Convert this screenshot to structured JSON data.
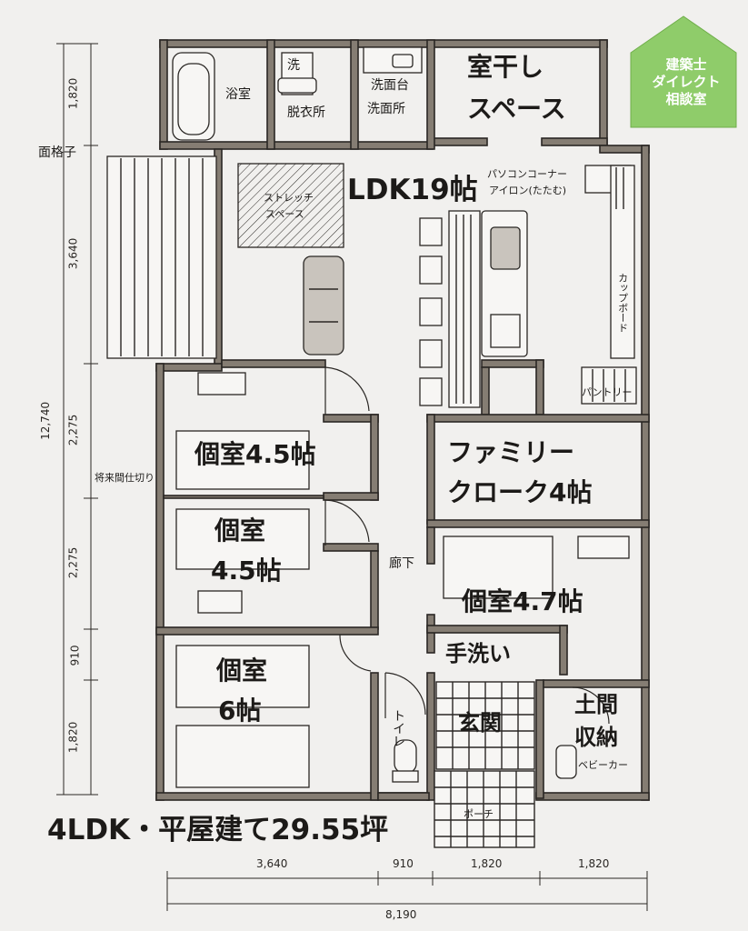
{
  "badge": {
    "line1": "建築士",
    "line2": "ダイレクト",
    "line3": "相談室",
    "color": "#8fcc6a"
  },
  "title": "4LDK・平屋建て29.55坪",
  "rooms": {
    "bath": "浴室",
    "wash_mark": "洗",
    "dressing": "脱衣所",
    "vanity_top": "洗面台",
    "vanity_room": "洗面所",
    "drying_line1": "室干し",
    "drying_line2": "スペース",
    "lattice": "面格子",
    "ldk": "LDK19帖",
    "stretch_line1": "ストレッチ",
    "stretch_line2": "スペース",
    "pc_line1": "パソコンコーナー",
    "pc_line2": "アイロン(たたむ)",
    "cupboard": "カップボード",
    "pantry": "パントリー",
    "room_a": "個室4.5帖",
    "partition": "将来間仕切り",
    "room_b_line1": "個室",
    "room_b_line2": "4.5帖",
    "family_line1": "ファミリー",
    "family_line2": "クローク4帖",
    "hallway": "廊下",
    "room_c": "個室4.7帖",
    "room_d_line1": "個室",
    "room_d_line2": "6帖",
    "handwash": "手洗い",
    "toilet": "トイレ",
    "entrance": "玄関",
    "doma_line1": "土間",
    "doma_line2": "収納",
    "stroller": "ベビーカー",
    "porch": "ポーチ"
  },
  "dimensions": {
    "left": [
      "1,820",
      "3,640",
      "2,275",
      "2,275",
      "910",
      "1,820"
    ],
    "left_total": "12,740",
    "bottom": [
      "3,640",
      "910",
      "1,820",
      "1,820"
    ],
    "bottom_total": "8,190"
  }
}
